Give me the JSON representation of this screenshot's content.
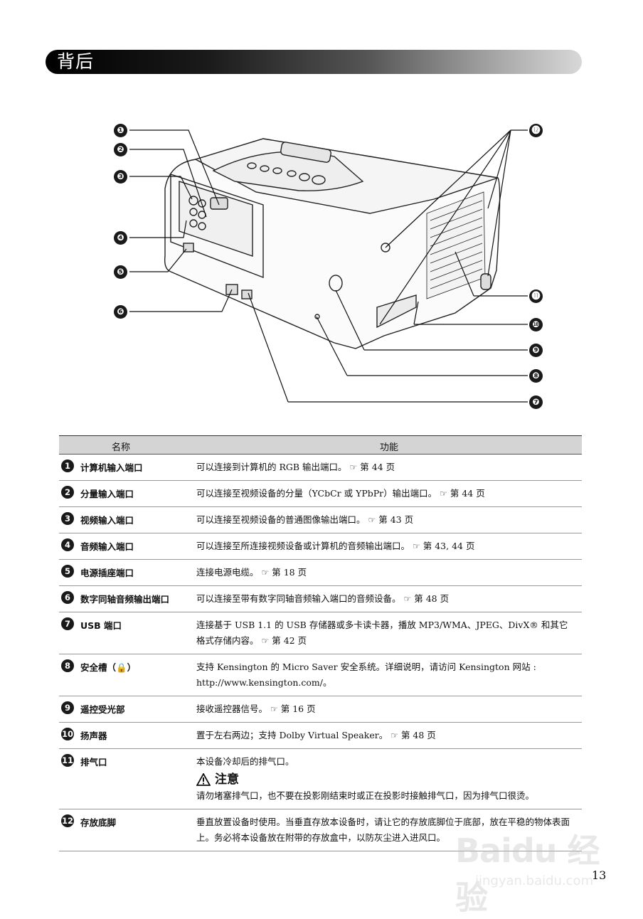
{
  "header": {
    "title": "背后"
  },
  "diagram": {
    "callouts": [
      "❶",
      "❷",
      "❸",
      "❹",
      "❺",
      "❻",
      "❼",
      "❽",
      "❾",
      "❿",
      "⓫",
      "⓬"
    ]
  },
  "table": {
    "col_name": "名称",
    "col_function": "功能",
    "rows": [
      {
        "num": "1",
        "name": "计算机输入端口",
        "func": "可以连接到计算机的 RGB 输出端口。",
        "ref": "第 44 页"
      },
      {
        "num": "2",
        "name": "分量输入端口",
        "func": "可以连接至视频设备的分量（YCbCr 或 YPbPr）输出端口。",
        "ref": "第 44 页"
      },
      {
        "num": "3",
        "name": "视频输入端口",
        "func": "可以连接至视频设备的普通图像输出端口。",
        "ref": "第 43 页"
      },
      {
        "num": "4",
        "name": "音频输入端口",
        "func": "可以连接至所连接视频设备或计算机的音频输出端口。",
        "ref": "第 43, 44 页"
      },
      {
        "num": "5",
        "name": "电源插座端口",
        "func": "连接电源电缆。",
        "ref": "第 18 页"
      },
      {
        "num": "6",
        "name": "数字同轴音频输出端口",
        "func": "可以连接至带有数字同轴音频输入端口的音频设备。",
        "ref": "第 48 页"
      },
      {
        "num": "7",
        "name": "USB 端口",
        "func": "连接基于 USB 1.1 的 USB 存储器或多卡读卡器，播放 MP3/WMA、JPEG、DivX® 和其它格式存储内容。",
        "ref": "第 42 页"
      },
      {
        "num": "8",
        "name": "安全槽（🔒）",
        "func": "支持 Kensington 的 Micro Saver 安全系统。详细说明，请访问 Kensington 网站 : http://www.kensington.com/。",
        "ref": ""
      },
      {
        "num": "9",
        "name": "遥控受光部",
        "func": "接收遥控器信号。",
        "ref": "第 16 页"
      },
      {
        "num": "10",
        "name": "扬声器",
        "func": "置于左右两边；支持 Dolby Virtual Speaker。",
        "ref": "第 48 页"
      },
      {
        "num": "11",
        "name": "排气口",
        "func": "本设备冷却后的排气口。",
        "ref": ""
      },
      {
        "num": "12",
        "name": "存放底脚",
        "func": "垂直放置设备时使用。当垂直存放本设备时，请让它的存放底脚位于底部，放在平稳的物体表面上。务必将本设备放在附带的存放盒中，以防灰尘进入进风口。",
        "ref": ""
      }
    ],
    "caution": {
      "title": "注意",
      "text": "请勿堵塞排气口，也不要在投影刚结束时或正在投影时接触排气口，因为排气口很烫。"
    }
  },
  "page_number": "13",
  "watermark": {
    "line1": "Baidu 经验",
    "line2": "jingyan.baidu.com"
  }
}
